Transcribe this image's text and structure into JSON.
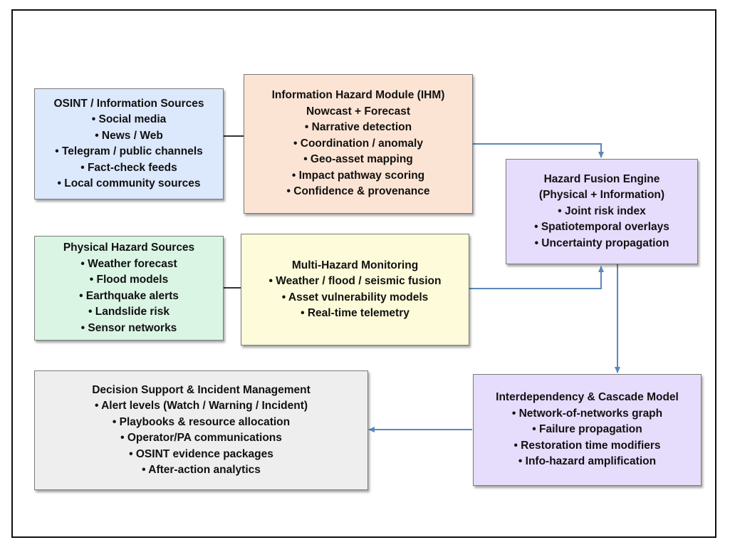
{
  "osint": {
    "title": "OSINT / Information Sources",
    "items": [
      "• Social media",
      "• News / Web",
      "• Telegram / public channels",
      "• Fact-check feeds",
      "• Local community sources"
    ]
  },
  "ihm": {
    "title": "Information Hazard Module (IHM)",
    "subtitle": "Nowcast + Forecast",
    "items": [
      "• Narrative detection",
      "• Coordination / anomaly",
      "• Geo-asset mapping",
      "• Impact pathway scoring",
      "• Confidence & provenance"
    ]
  },
  "fusion": {
    "title": "Hazard Fusion Engine",
    "subtitle": "(Physical + Information)",
    "items": [
      "• Joint risk index",
      "• Spatiotemporal overlays",
      "• Uncertainty propagation"
    ]
  },
  "physical": {
    "title": "Physical Hazard Sources",
    "items": [
      "• Weather forecast",
      "• Flood models",
      "• Earthquake alerts",
      "• Landslide risk",
      "• Sensor networks"
    ]
  },
  "monitoring": {
    "title": "Multi-Hazard Monitoring",
    "items": [
      "• Weather / flood / seismic fusion",
      "• Asset vulnerability models",
      "• Real-time telemetry"
    ]
  },
  "decision": {
    "title": "Decision Support & Incident Management",
    "items": [
      "• Alert levels (Watch / Warning / Incident)",
      "• Playbooks & resource allocation",
      "• Operator/PA communications",
      "• OSINT evidence packages",
      "• After-action analytics"
    ]
  },
  "cascade": {
    "title": "Interdependency & Cascade Model",
    "items": [
      "• Network-of-networks graph",
      "• Failure propagation",
      "• Restoration time modifiers",
      "• Info-hazard amplification"
    ]
  },
  "colors": {
    "connector": "#5b87b9",
    "plain_line": "#333333"
  }
}
